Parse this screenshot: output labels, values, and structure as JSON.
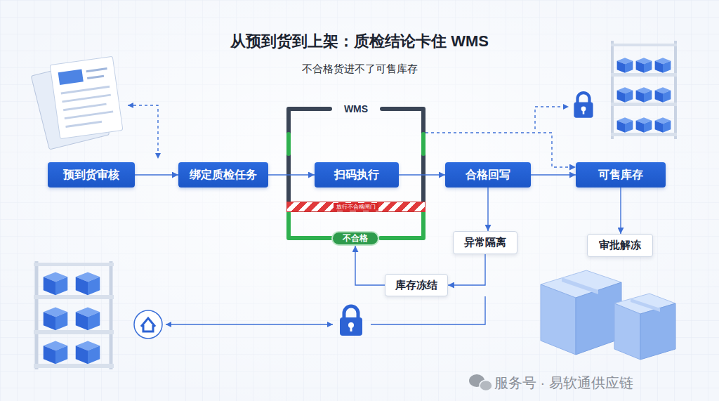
{
  "diagram": {
    "title": "从预到货到上架：质检结论卡住 WMS",
    "caption": "不合格货进不了可售库存",
    "nodes": [
      {
        "text": [
          "预到货审核"
        ]
      },
      {
        "text": [
          "绑定质检任务"
        ]
      },
      {
        "text": [
          "WMS"
        ]
      },
      {
        "text": [
          "扫码执行"
        ],
        "in": 2
      },
      {
        "text": [
          "放行不合格闸门"
        ],
        "in": 2
      },
      {
        "text": [
          "不合格"
        ],
        "in": 2
      },
      {
        "text": [
          "合格回写"
        ]
      },
      {
        "text": [
          "可售库存"
        ]
      },
      {
        "text": [
          "异常隔离"
        ]
      },
      {
        "text": [
          "审批解冻"
        ]
      },
      {
        "text": [
          "库存冻结"
        ]
      }
    ],
    "edges": [
      {
        "from": 0,
        "to": 1,
        "arrow": "to"
      },
      {
        "from": 1,
        "to": 3,
        "arrow": "to"
      },
      {
        "from": 3,
        "to": 6,
        "arrow": "to"
      },
      {
        "from": 6,
        "to": 7,
        "arrow": "to"
      },
      {
        "from": 6,
        "to": 8,
        "arrow": "to"
      },
      {
        "from": 7,
        "to": 9,
        "arrow": "to"
      },
      {
        "from": 8,
        "to": 10,
        "arrow": "to"
      },
      {
        "from": 10,
        "to": 5,
        "arrow": "to"
      },
      {
        "from": 2,
        "to": 7,
        "arrow": "to"
      }
    ],
    "labels": [
      "服务号 · 易软通供应链"
    ]
  }
}
